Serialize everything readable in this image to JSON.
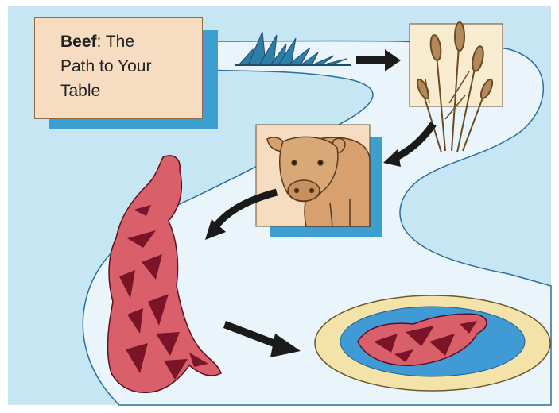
{
  "title": {
    "bold": "Beef",
    "rest_line1": ": The",
    "line2": "Path to Your",
    "line3": "Table"
  },
  "colors": {
    "sky": "#c7e6f3",
    "river": "#eaf5fb",
    "box_fill": "#f6dcc0",
    "box_shadow": "#3d9fd0",
    "meat": "#d9606a",
    "meat_dark": "#7a1426",
    "plate_rim": "#f3e3a8",
    "plate_center": "#3f9ad6",
    "arrow": "#1a1a1a"
  },
  "stages": [
    "grass-icon",
    "wheat-icon",
    "cow-icon",
    "beef-carcass-icon",
    "steak-on-plate-icon"
  ]
}
